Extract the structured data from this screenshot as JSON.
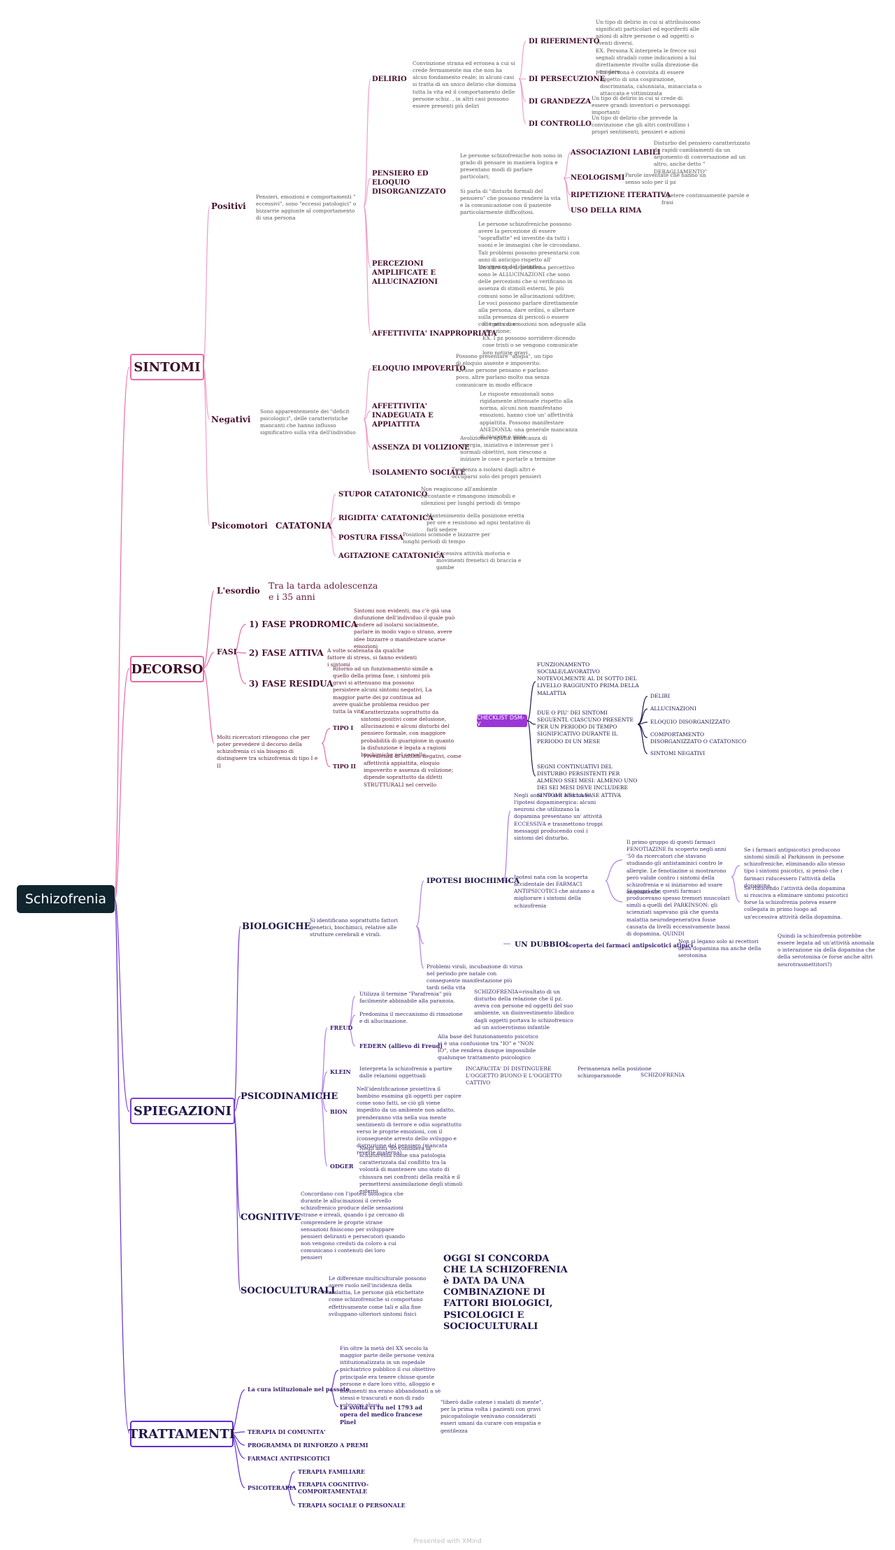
{
  "root": "Schizofrenia",
  "sections": {
    "sintomi": "SINTOMI",
    "decorso": "DECORSO",
    "spiegazioni": "SPIEGAZIONI",
    "trattamenti": "TRATTAMENTI"
  },
  "sintomi": {
    "positivi": {
      "label": "Positivi",
      "desc": "Pensieri, emozioni e comportamenti \" eccessivi\", sono \"eccessi patologici\" o bizzarrie aggiunte al comportamento di una persona",
      "delirio": {
        "label": "DELIRIO",
        "desc": "Convinzione strana ed erronea a cui si crede fermamente ma che non ha alcun fondamento reale; in alcuni casi si tratta di un unico delirio che domina tutta la vita ed il comportamento delle persone schiz. , in altri casi possono essere presenti più deliri",
        "types": [
          {
            "label": "DI RIFERIMENTO",
            "desc": "Un tipo di delirio in cui si attribuiscono significati particolari ed egoriferiti alle azioni di altre persone o ad oggetti o eventi diversi.\nEX. Persona X interpreta le frecce sui segnali stradali come indicazioni a lui direttamente rivolte sulla direzione da prendere"
          },
          {
            "label": "DI PERSECUZIONE",
            "desc": "La persona è convinta di essere oggetto di una cospirazione, discriminata, calunniata, minacciata o attaccata e vittimizzata"
          },
          {
            "label": "DI GRANDEZZA",
            "desc": "Un tipo di delirio in cui si crede di essere grandi inventori o personaggi importanti"
          },
          {
            "label": "DI CONTROLLO",
            "desc": "Un tipo di delirio che prevede la convinzione che gli altri controllino i propri sentimenti, pensieri e azioni"
          }
        ]
      },
      "pensiero": {
        "label": "PENSIERO ED ELOQUIO DISORGANIZZATO",
        "desc": "Le persone schizofreniche non sono in grado di pensare in maniera logica e presentano modi di parlare particolari;\n\nSi parla di \"disturbi formali del pensiero\" che possono rendere la vita e la comunicazione con il paziente particolarmente difficoltosi.",
        "types": [
          {
            "label": "ASSOCIAZIONI LABILI",
            "desc": "Disturbo del pensiero caratterizzato da rapidi cambiamenti da un argomento di conversazione ad un altro, anche detto \" DERAGLIAMENTO\""
          },
          {
            "label": "NEOLOGISMI",
            "desc": "Parole inventate che hanno un senso solo per il pz"
          },
          {
            "label": "RIPETIZIONE ITERATIVA",
            "desc": "Ripetere continuamente parole e frasi"
          },
          {
            "label": "USO DELLA RIMA",
            "desc": ""
          }
        ]
      },
      "percezioni": {
        "label": "PERCEZIONI AMPLIFICATE E ALLUCINAZIONI",
        "desc1": "Le persone schizofreniche possono avere la percezione di essere \"sopraffatte\" ed investite da tutti i suoni e le immagini che le circondano. Tali problemi possono presentarsi con anni di anticipo rispetto all' insorgenza del disturbo.",
        "desc2": "Un altro tipo di problema percettivo sono le ALLUCINAZIONI che sono delle percezioni che si verificano in assenza di stimoli esterni, le più comuni sono le allucinazioni uditive; Le voci possono parlare direttamente alla persona, dare ordini, o allertare sulla presenza di pericoli o essere colte per caso"
      },
      "affettivita": {
        "label": "AFFETTIVITA' INAPPROPRIATA",
        "desc": "Si tratta di emozioni non adeguate alla situazione;\nEX. I pz possono sorridere dicendo cose tristi o se vengono comunicate loro notizie gravi"
      }
    },
    "negativi": {
      "label": "Negativi",
      "desc": "Sono apparentemente dei \"deficit psicologici\", delle caratteristiche mancanti che hanno influsso significativo sulla vita dell'individuo",
      "items": [
        {
          "label": "ELOQUIO IMPOVERITO",
          "desc": "Possono presentare \"alogia\", un tipo di eloquio assente e impoverito. Alcune persone pensano e parlano poco, altre parlano molto ma senza comunicare in modo efficace"
        },
        {
          "label": "AFFETTIVITA' INADEGUATA E APPIATTITA",
          "desc": "Le risposte emozionali sono rigidamente attenuate rispetto alla norma, alcuni non manifestano emozioni, hanno cioè un' affettività appiattita. Possono manifestare ANEDONIA: una generale mancanza di piacere o gioia"
        },
        {
          "label": "ASSENZA DI VOLIZIONE",
          "desc": "Avolizione o apatia: mancanza di energia, iniziativa e interesse per i normali obiettivi, non riescono a iniziare le cose e portarle a termine"
        },
        {
          "label": "ISOLAMENTO SOCIALE",
          "desc": "Tendenza a isolarsi dagli altri e occuparsi solo dei propri pensieri"
        }
      ]
    },
    "psicomotori": {
      "label": "Psicomotori",
      "catatonia": "CATATONIA",
      "items": [
        {
          "label": "STUPOR CATATONICO",
          "desc": "Non reagiscono all'ambiente circostante e rimangono immobili e silenziosi per lunghi periodi di tempo"
        },
        {
          "label": "RIGIDITA' CATATONICA",
          "desc": "Mantenimento della posizione eretta per ore e resistono ad ogni tentativo di farli sedere"
        },
        {
          "label": "POSTURA FISSA",
          "desc": "Posizioni scomode e bizzarre per lunghi periodi di tempo"
        },
        {
          "label": "AGITAZIONE CATATONICA",
          "desc": "Eccessiva attività motoria e movimenti frenetici di braccia e gambe"
        }
      ]
    }
  },
  "decorso": {
    "esordio": {
      "label": "L'esordio",
      "desc": "Tra la tarda adolescenza\ne i 35 anni"
    },
    "fasi": {
      "label": "FASI",
      "items": [
        {
          "label": "1) FASE PRODROMICA",
          "desc": "Sintomi non evidenti, ma c'è già una disfunzione dell'individuo il quale può tendere ad isolarsi socialmente, parlare in modo vago o strano, avere idee bizzarre o manifestare scarse emozioni"
        },
        {
          "label": "2) FASE ATTIVA",
          "desc": "A volte scatenata da qualche fattore di stress, si fanno evidenti i sintomi"
        },
        {
          "label": "3) FASE RESIDUA",
          "desc": "Ritorno ad un funzionamento simile a quello della prima fase, i sintomi più gravi si attenuano ma possono persistere alcuni sintomi negativi, La maggior parte dei pz continua ad avere qualche problema residuo per tutta la vita"
        }
      ]
    },
    "tipi": {
      "desc": "Molti ricercatori ritengono che per poter prevedere il decorso della schizofrenia ci sia bisogno di distinguere tra schizofrenia di tipo I e II",
      "items": [
        {
          "label": "TIPO I",
          "desc": "Caratterizzata soprattutto da sintomi positivi come delusione, allucinazioni e alcuni disturbi del pensiero formale, con maggiore probabilità di guarigione in quanto la disfunzione è legata a ragioni biochimiche nel cervello"
        },
        {
          "label": "TIPO II",
          "desc": "Prevalenza di sintomi negativi, come affettività appiattita, eloquio impoverito e assenza di volizione; dipende soprattutto da difetti STRUTTURALI nel cervello"
        }
      ]
    },
    "checklist": {
      "label": "CHECKLIST DSM-V",
      "items": [
        "FUNZIONAMENTO SOCIALE/LAVORATIVO NOTEVOLMENTE AL DI SOTTO DEL LIVELLO RAGGIUNTO PRIMA DELLA MALATTIA",
        "DUE O PIU' DEI SINTOMI SEGUENTI, CIASCUNO PRESENTE PER UN PERIODO DI TEMPO SIGNIFICATIVO DURANTE IL PERIODO DI UN MESE",
        "SEGNI CONTINUATIVI DEL DISTURBO PERSISTENTI PER ALMENO SSEI MESI: ALMENO UNO DEI SEI MESI DEVE INCLUDERE SINTOMI NELLA FASE ATTIVA"
      ],
      "sintomi": [
        "DELIRI",
        "ALLUCINAZIONI",
        "ELOQUIO DISORGANIZZATO",
        "COMPORTAMENTO DISORGANIZZATO O CATATONICO",
        "SINTOMI NEGATIVI"
      ]
    }
  },
  "spiegazioni": {
    "biologiche": {
      "label": "BIOLOGICHE",
      "desc": "Si identificano soprattutto fattori genetici, biochimici, relative alle strutture cerebrali e virali.",
      "ipotesi": {
        "label": "IPOTESI BIOCHIMICA",
        "top": "Negli anni '70 si è affermata l'ipotesi dopaminergica: alcuni neuroni che utilizzano la dopamina presentano un' attività ECCESSIVA e trasmettono troppi messaggi producendo così i sintomi del disturbo.",
        "desc": "Ipotesi nata con la scoperta accidentale dei FARMACI ANTIPSICOTICI che aiutano a migliorare i sintomi della schizofrenia",
        "fen": "Il primo gruppo di questi farmaci FENOTIAZINE fu scoperto negli anni '50 da ricercatori che stavano studiando gli antistaminici contro le allergie. Le fenotiazine si mostrarono però valide contro i sintomi della schizofrenia e si iniziarono ad usare ampiamente.",
        "park": "Si scoprì che questi farmaci producevano spesso tremori muscolari simili a quelli del PARKINSON: gli scienziati sapevano già che questa malattia neurodegenerativa fosse causata da livelli eccessivamente bassi di dopamina, QUINDI",
        "r1": "Se i farmaci antipsicotici producono sintomi simili al Parkinson in persone schizofreniche, eliminando allo stesso tipo i sintomi psicotici, si pensò che i farmaci riducessero l'attività della dopamina.",
        "r2": "Se riducendo l'attività della dopamina si riusciva a eliminare sintomi psicotici forse la schizofrenia poteva essere collegata in primo luogo ad un'eccessiva attività della dopamina."
      },
      "dubbio": {
        "label": "UN DUBBIO!",
        "scoperta": "Scoperta dei farmaci antipsicotici atipici",
        "desc": "Non si legano solo ai recettori della dopamina ma anche della serotonina",
        "end": "Quindi la schizofrenia potrebbe essere legata ad un'attività anomala o interazione sia della dopamina che della serotonina (e forse anche altri neurotrasmettitori?)"
      },
      "virali": "Problemi virali, incubazione di virus nel periodo pre natale con conseguente manifestazione più tardi nella vita"
    },
    "psicodinamiche": {
      "label": "PSICODINAMICHE",
      "freud": {
        "label": "FREUD",
        "d1": "Utilizza il termine \"Parafrenia\" più facilmente abbinabile alla paranoia.",
        "d2": "Predomina il meccanismo di rimozione e di allucinazione.",
        "d3": "SCHIZOFRENIA=risultato di un disturbo della relazione che il pz. aveva con persone ed oggetti del suo ambiente, un disinvestimento libidico dagli oggetti portava lo schizofrenico ad un autoerotismo infantile"
      },
      "federn": {
        "label": "FEDERN (allievo di Freud)",
        "desc": "Alla base del funzionamento psicotico vi è una confusione tra \"IO\" e \"NON IO\", che rendeva dunque impossibile qualunque trattamento psicologico"
      },
      "klein": {
        "label": "KLEIN",
        "desc": "Interpreta la schizofrenia a partire dalle relazioni oggettuali",
        "incap": "INCAPACITA' DI DISTINGUERE L'OGGETTO BUONO E L'OGGETTO CATTIVO",
        "perm": "Permanenza nella posizione schizoparanoide",
        "schizo": "SCHIZOFRENIA"
      },
      "bion": {
        "label": "BION",
        "desc": "Nell'identificazione proiettiva il bambino esamina gli oggetti per capire come sono fatti, se ciò gli viene impedito da un ambiente non adatto, prenderanno vita nella sua mente sentimenti di terrore e odio soprattutto verso le proprie emozioni, con il (conseguente arresto dello sviluppo e distruzione del pensiero (mancata reverie materna)"
      },
      "odger": {
        "label": "ODGER",
        "desc": "Negli anni '80 considera la schizofrenia come una patologia caratterizzata dal conflitto tra la volontà di mantenere uno stato di chiusura nei confronti della realtà e il permettersi assimilazione degli stimoli esterni"
      }
    },
    "cognitive": {
      "label": "COGNITIVE",
      "desc": "Concordano con l'ipotesi biologica che durante le allucinazioni il cervello schizofrenico produce delle sensazioni strane e irreali, quando i pz cercano di comprendere le proprie strane sensazioni finiscono per sviluppare pensieri deliranti e persecutori quando non vengono creduti da coloro a cui comunicano i contenuti dei loro pensieri"
    },
    "socioculturali": {
      "label": "SOCIOCULTURALI",
      "desc": "Le differenze multiculturale possono avere ruolo nell'incidenza della malattia, Le persone già etichettate come schizofreniche si comportano effettivamente come tali e alla fine sviluppano ulteriori sintomi fisici"
    },
    "conclusione": "OGGI SI CONCORDA\nCHE LA SCHIZOFRENIA\nè DATA DA UNA\nCOMBINAZIONE DI\nFATTORI BIOLOGICI,\nPSICOLOGICI E\nSOCIOCULTURALI"
  },
  "trattamenti": {
    "cura": {
      "label": "La cura istituzionale nel passato",
      "desc": "Fin oltre la metà del XX secolo la maggior parte delle persone veniva istituzionalizzata in un ospedale psichiatrico pubblico il cui obiettivo principale era tenere chiuse queste persone e dare loro vitto, alloggio e indumenti ma erano abbandonati a sè stessi e trascurati e non di rado subivano abusi",
      "svolta": "La svolta ci fu nel 1793 ad opera del medico francese Pinel",
      "svoltaDesc": "\"liberò dalle catene i malati di mente\", per la prima volta i pazienti con gravi psicopatologie venivano considerati esseri umani da curare con empatia e gentilezza"
    },
    "items": [
      "TERAPIA DI COMUNITA'",
      "PROGRAMMA DI RINFORZO A PREMI",
      "FARMACI ANTIPSICOTICI"
    ],
    "psicoterapia": {
      "label": "PSICOTERAPIA",
      "items": [
        "TERAPIA FAMILIARE",
        "TERAPIA COGNITIVO-\nCOMPORTAMENTALE",
        "TERAPIA SOCIALE O PERSONALE"
      ]
    }
  },
  "footer": "Presented with XMind",
  "colors": {
    "root": "#10252e",
    "pink": "#e86aa6",
    "purple": "#6a2ad0",
    "checklist": "#9b36d6"
  }
}
